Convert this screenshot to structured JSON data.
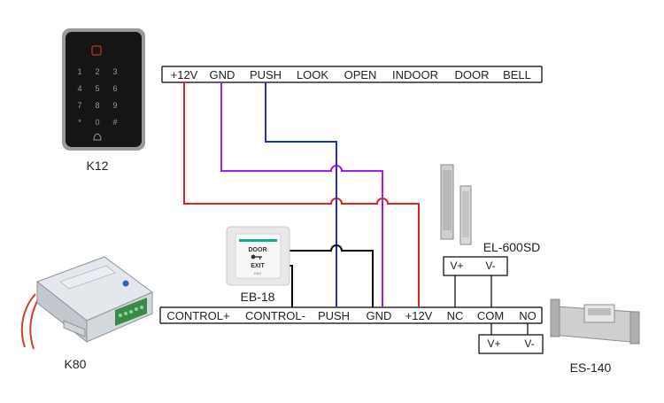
{
  "devices": {
    "keypad": {
      "name": "K12",
      "keys": [
        "1",
        "2",
        "3",
        "4",
        "5",
        "6",
        "7",
        "8",
        "9",
        "*",
        "0",
        "#"
      ]
    },
    "exit_button": {
      "name": "EB-18",
      "line1": "DOOR",
      "line2": "EXIT",
      "small": "RAS"
    },
    "power_supply": {
      "name": "K80"
    },
    "maglock": {
      "name": "EL-600SD",
      "terminals": [
        "V+",
        "V-"
      ]
    },
    "strike": {
      "name": "ES-140",
      "terminals": [
        "V+",
        "V-"
      ]
    }
  },
  "top_terminals": [
    "+12V",
    "GND",
    "PUSH",
    "LOOK",
    "OPEN",
    "INDOOR",
    "DOOR",
    "BELL"
  ],
  "bottom_terminals": [
    "CONTROL+",
    "CONTROL-",
    "PUSH",
    "GND",
    "+12V",
    "NC",
    "COM",
    "NO"
  ],
  "colors": {
    "power_wire": "#e2231a",
    "ground_wire": "#a020f0",
    "push_wire": "#1f2fd1",
    "exit_wire": "#000000",
    "terminal_line": "#000000"
  }
}
